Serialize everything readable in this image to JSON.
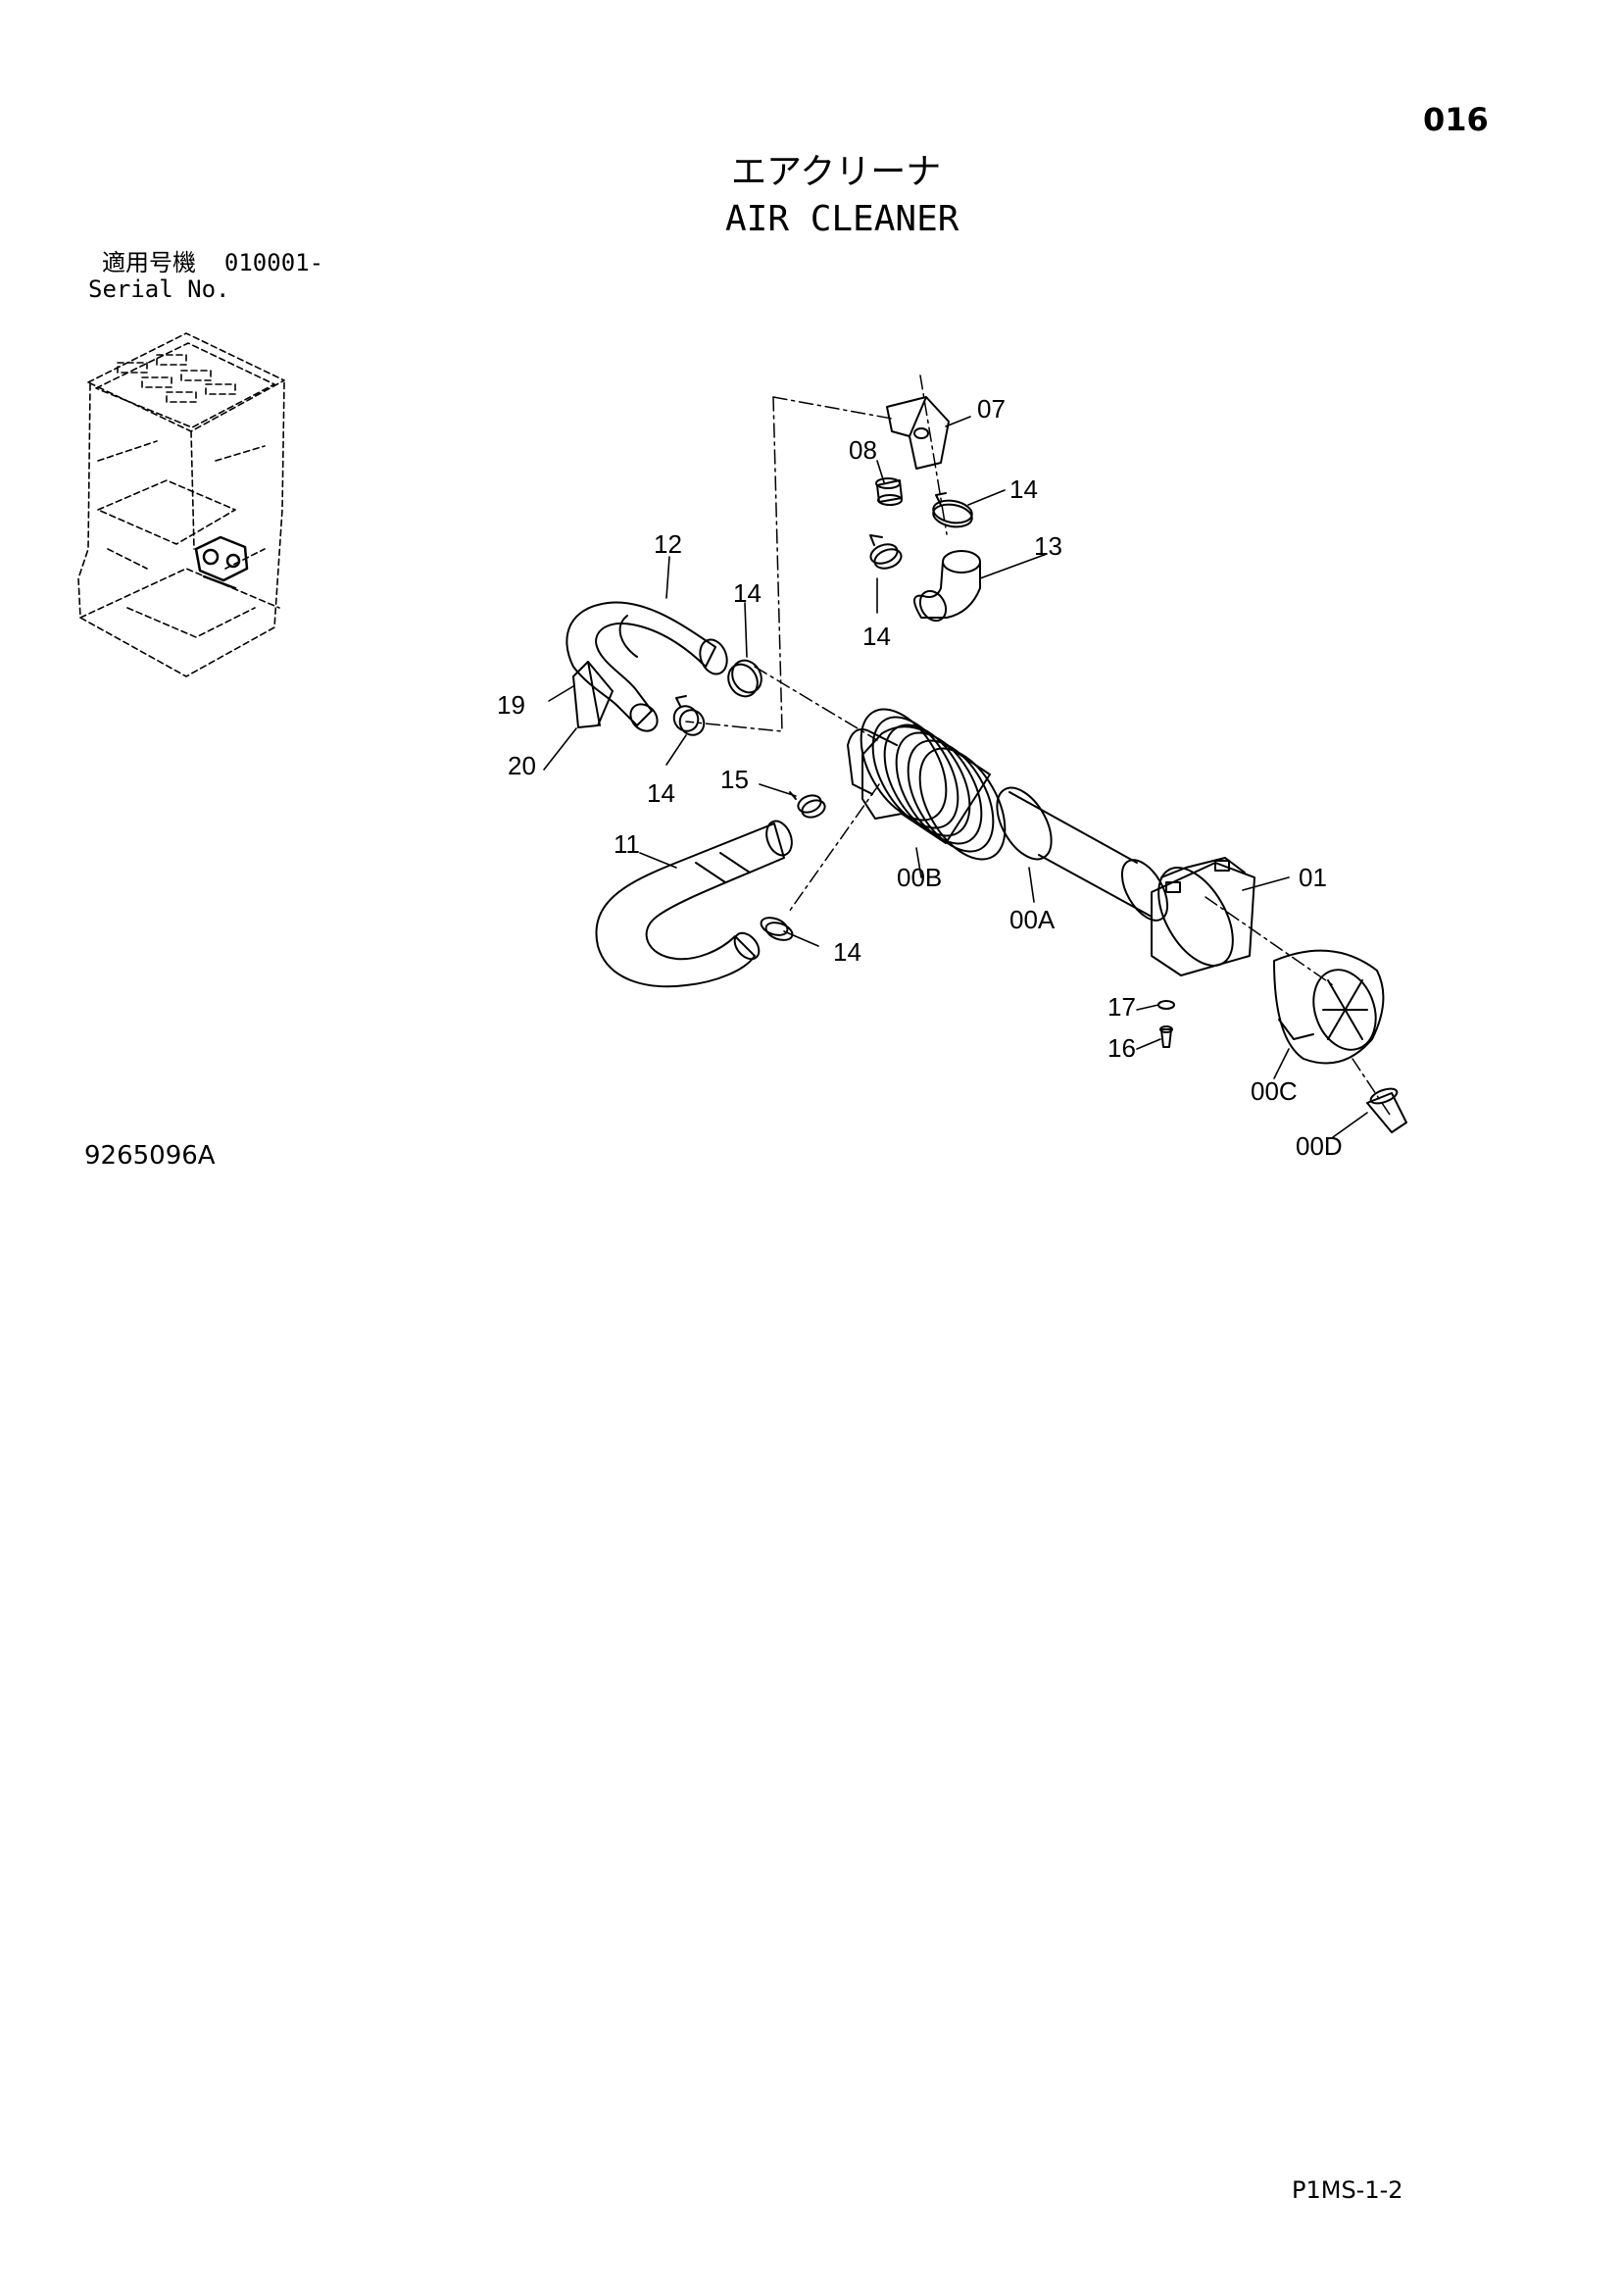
{
  "header": {
    "page_number": "016",
    "title_jp": "エアクリーナ",
    "title_en": "AIR CLEANER",
    "serial_label_jp": "適用号機",
    "serial_range": "010001-",
    "serial_label_en": "Serial No."
  },
  "parts": {
    "p07": "07",
    "p08": "08",
    "p14a": "14",
    "p13": "13",
    "p14b": "14",
    "p12": "12",
    "p14c": "14",
    "p19": "19",
    "p20": "20",
    "p14d": "14",
    "p15": "15",
    "p11": "11",
    "p00B": "00B",
    "p00A": "00A",
    "p01": "01",
    "p14e": "14",
    "p17": "17",
    "p16": "16",
    "p00C": "00C",
    "p00D": "00D"
  },
  "footer": {
    "drawing_number": "9265096A",
    "page_code": "P1MS-1-2"
  }
}
